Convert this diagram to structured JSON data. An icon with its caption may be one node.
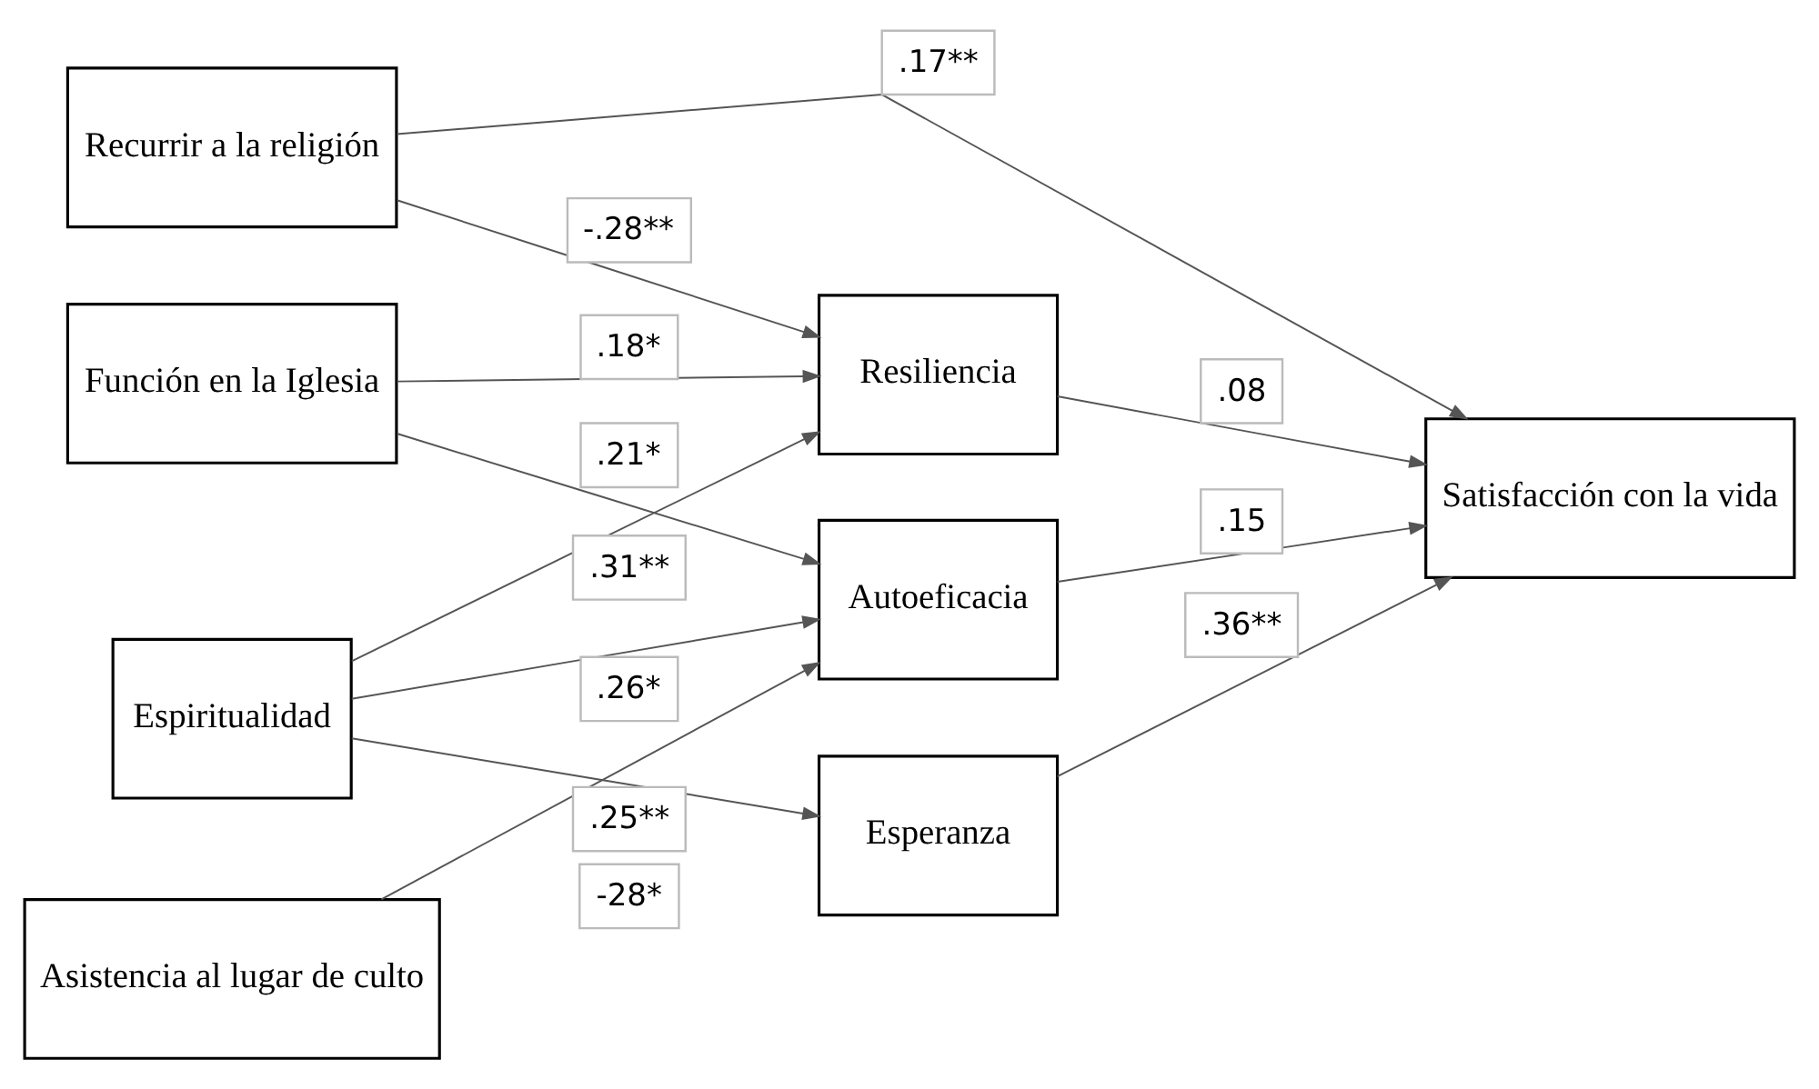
{
  "diagram": {
    "nodes": [
      {
        "text": [
          "Asistencia al lugar de culto"
        ]
      },
      {
        "text": [
          "Función en la Iglesia"
        ]
      },
      {
        "text": [
          "Espiritualidad"
        ]
      },
      {
        "text": [
          "Recurrir a la religión"
        ]
      },
      {
        "text": [
          "Autoeficacia"
        ]
      },
      {
        "text": [
          "Esperanza"
        ]
      },
      {
        "text": [
          "Resiliencia"
        ]
      },
      {
        "text": [
          "Satisfacción con la vida"
        ]
      }
    ],
    "edges": [
      {
        "from": 0,
        "to": 4,
        "arrow": "to",
        "label": "-28*"
      },
      {
        "from": 1,
        "to": 4,
        "arrow": "to",
        "label": ".21*"
      },
      {
        "from": 2,
        "to": 4,
        "arrow": "to",
        "label": ".26*"
      },
      {
        "from": 2,
        "to": 5,
        "arrow": "to",
        "label": ".25**"
      },
      {
        "from": 1,
        "to": 6,
        "arrow": "to",
        "label": ".18*"
      },
      {
        "from": 2,
        "to": 6,
        "arrow": "to",
        "label": ".31**"
      },
      {
        "from": 3,
        "to": 6,
        "arrow": "to",
        "label": "-.28**"
      },
      {
        "from": 4,
        "to": 7,
        "arrow": "to",
        "label": ".15"
      },
      {
        "from": 5,
        "to": 7,
        "arrow": "to",
        "label": ".36**"
      },
      {
        "from": 3,
        "to": 7,
        "arrow": "to",
        "label": ".17**"
      },
      {
        "from": 6,
        "to": 7,
        "arrow": "to",
        "label": ".08"
      }
    ]
  }
}
